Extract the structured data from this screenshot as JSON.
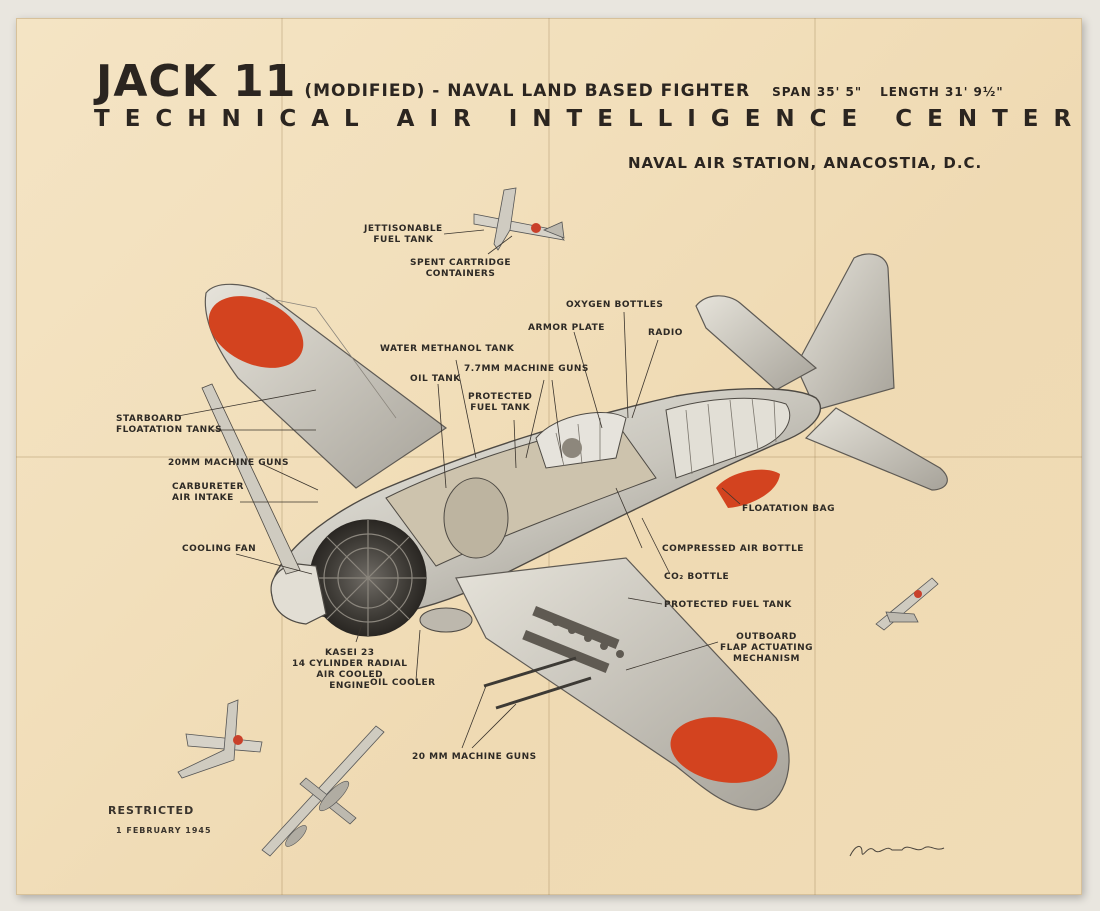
{
  "title": {
    "designation": "JACK 11",
    "description": "(MODIFIED) - NAVAL LAND BASED FIGHTER",
    "span": "SPAN 35' 5\"",
    "length": "LENGTH 31' 9½\""
  },
  "organization": "TECHNICAL AIR INTELLIGENCE CENTER",
  "location": "NAVAL AIR STATION, ANACOSTIA, D.C.",
  "labels": {
    "jettisonable_fuel_tank": [
      "JETTISONABLE",
      "FUEL TANK"
    ],
    "spent_cartridge_containers": [
      "SPENT CARTRIDGE",
      "CONTAINERS"
    ],
    "oxygen_bottles": "OXYGEN BOTTLES",
    "armor_plate": "ARMOR PLATE",
    "radio": "RADIO",
    "water_methanol_tank": "WATER METHANOL TANK",
    "mg_7_7": "7.7MM MACHINE GUNS",
    "oil_tank": "OIL TANK",
    "protected_fuel_tank_top": [
      "PROTECTED",
      "FUEL TANK"
    ],
    "starboard_floatation": [
      "STARBOARD",
      "FLOATATION TANKS"
    ],
    "mg_20_wing": "20MM MACHINE GUNS",
    "carbureter": [
      "CARBURETER",
      "AIR INTAKE"
    ],
    "cooling_fan": "COOLING FAN",
    "floatation_bag": "FLOATATION BAG",
    "compressed_air": "COMPRESSED AIR BOTTLE",
    "co2_bottle": "CO₂ BOTTLE",
    "protected_fuel_tank": "PROTECTED FUEL TANK",
    "outboard_flap": [
      "OUTBOARD",
      "FLAP ACTUATING",
      "MECHANISM"
    ],
    "kasei": [
      "KASEI 23",
      "14 CYLINDER RADIAL",
      "AIR COOLED",
      "ENGINE"
    ],
    "oil_cooler": "OIL COOLER",
    "mg_20_lower": "20 MM MACHINE GUNS"
  },
  "footer": {
    "classification": "RESTRICTED",
    "date": "1 FEBRUARY 1945"
  },
  "colors": {
    "paper": "#f2dfbb",
    "ink": "#2b2520",
    "hinomaru": "#d3431f",
    "aircraft": "#d9d4c8"
  }
}
